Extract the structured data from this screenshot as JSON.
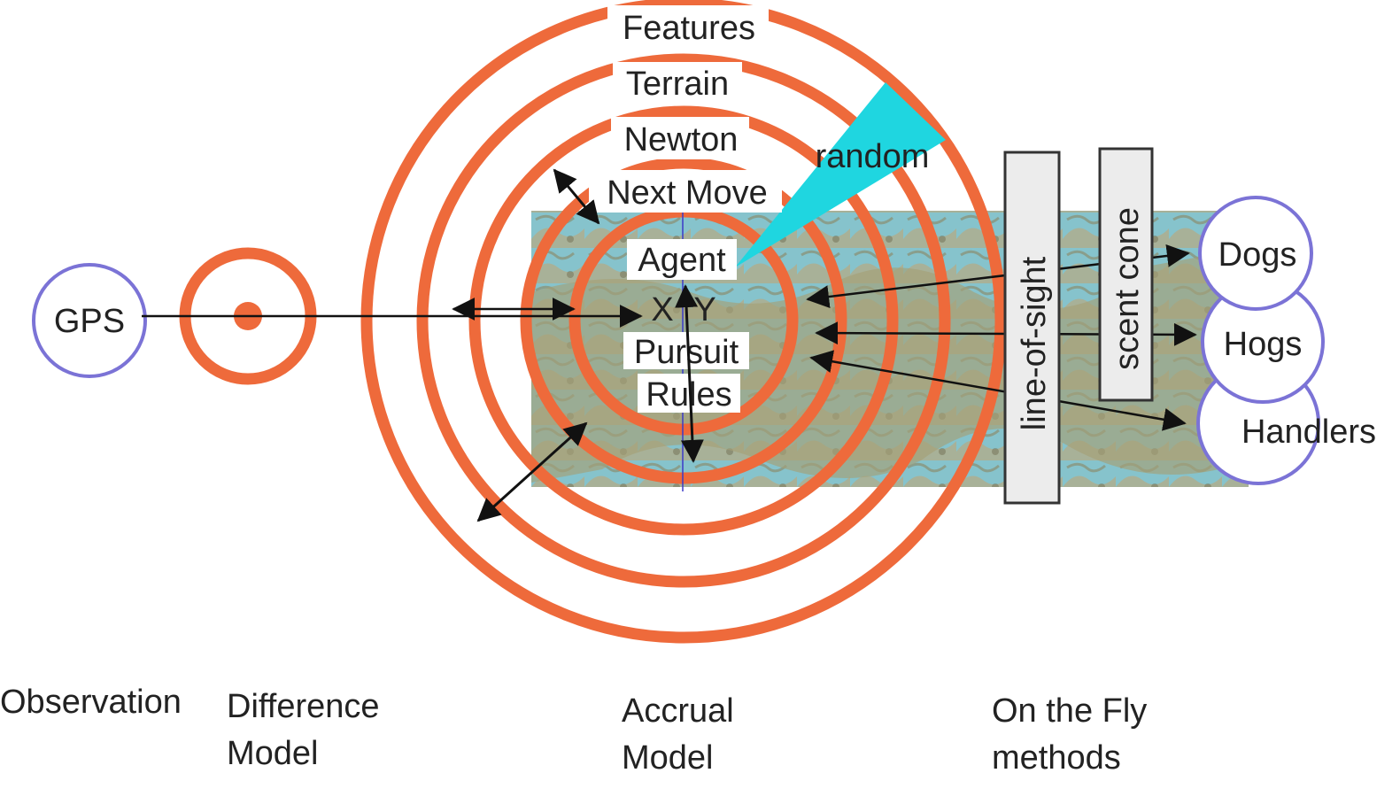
{
  "colors": {
    "ring": "#ee6a3b",
    "source_circle": "#7b73d6",
    "wedge": "#1fd6e0",
    "water": "#7fc4cf",
    "land": "#a8a27a",
    "arrow": "#111111",
    "axis": "#3b3bc8",
    "panel_fill": "#ececec",
    "panel_stroke": "#333333"
  },
  "labels": {
    "gps": "GPS",
    "rings": {
      "features": "Features",
      "terrain": "Terrain",
      "newton": "Newton",
      "next_move": "Next Move"
    },
    "random": "random",
    "agent": "Agent",
    "x": "X",
    "y": "Y",
    "pursuit": "Pursuit",
    "rules": "Rules",
    "line_of_sight": "line-of-sight",
    "scent_cone": "scent cone",
    "dogs": "Dogs",
    "hogs": "Hogs",
    "handlers": "Handlers"
  },
  "captions": {
    "observation": "Observation",
    "difference_model": [
      "Difference",
      "Model"
    ],
    "accrual_model": [
      "Accrual",
      "Model"
    ],
    "on_the_fly": [
      "On the Fly",
      "methods"
    ]
  }
}
